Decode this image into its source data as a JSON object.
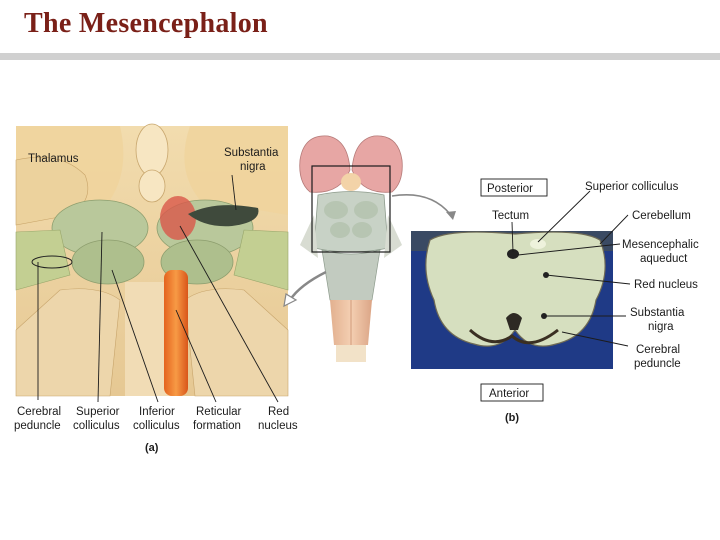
{
  "slide": {
    "title": "The Mesencephalon"
  },
  "panel_a": {
    "labels": {
      "thalamus": "Thalamus",
      "substantia_nigra_1": "Substantia",
      "substantia_nigra_2": "nigra",
      "cerebral_peduncle_1": "Cerebral",
      "cerebral_peduncle_2": "peduncle",
      "superior_colliculus_1": "Superior",
      "superior_colliculus_2": "colliculus",
      "inferior_colliculus_1": "Inferior",
      "inferior_colliculus_2": "colliculus",
      "reticular_formation_1": "Reticular",
      "reticular_formation_2": "formation",
      "red_nucleus_1": "Red",
      "red_nucleus_2": "nucleus"
    },
    "caption": "(a)"
  },
  "panel_b": {
    "posterior": "Posterior",
    "anterior": "Anterior",
    "labels": {
      "superior_colliculus": "Superior colliculus",
      "tectum": "Tectum",
      "cerebellum": "Cerebellum",
      "mesencephalic_aqueduct_1": "Mesencephalic",
      "mesencephalic_aqueduct_2": "aqueduct",
      "red_nucleus": "Red nucleus",
      "substantia_nigra_1": "Substantia",
      "substantia_nigra_2": "nigra",
      "cerebral_peduncle_1": "Cerebral",
      "cerebral_peduncle_2": "peduncle"
    },
    "caption": "(b)"
  }
}
